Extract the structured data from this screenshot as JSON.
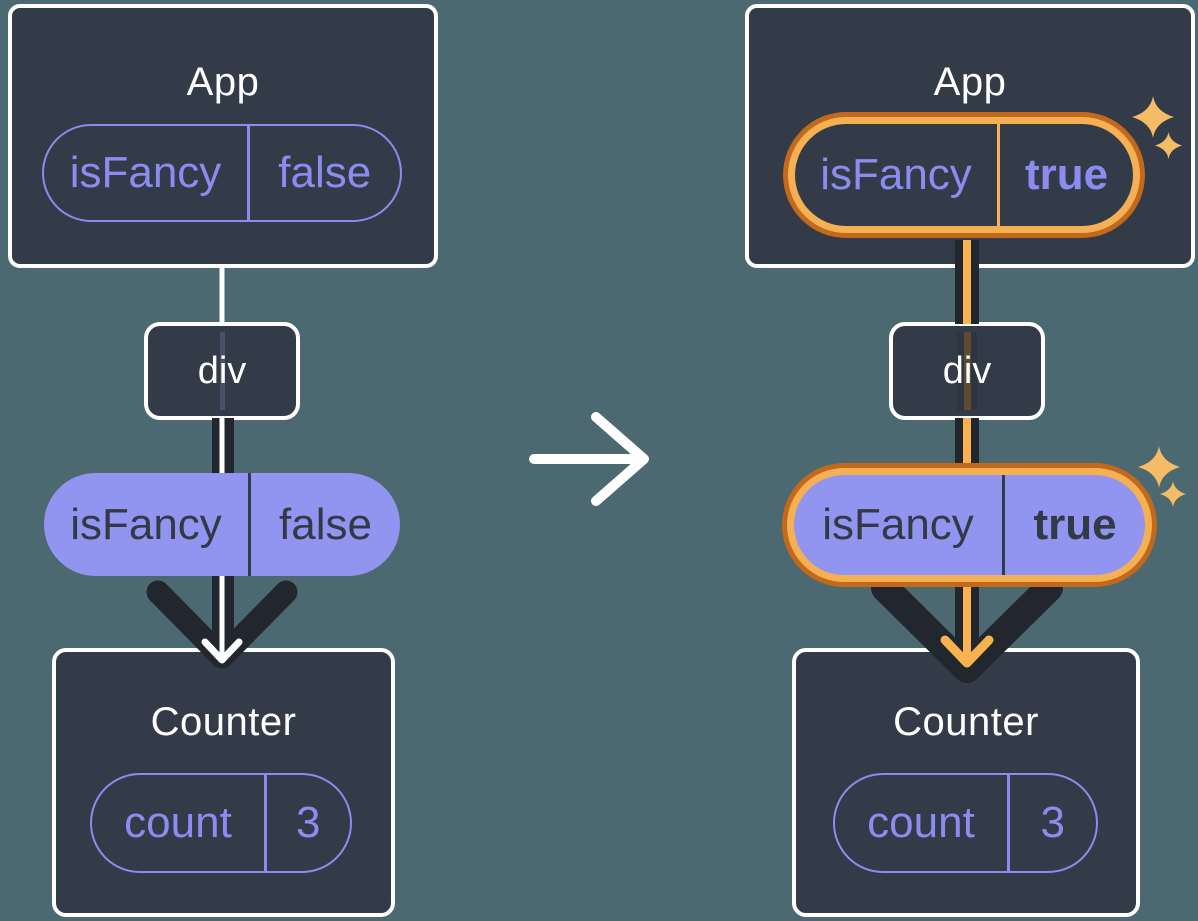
{
  "diagram": {
    "before": {
      "app": {
        "title": "App",
        "prop": {
          "name": "isFancy",
          "value": "false"
        }
      },
      "div": {
        "label": "div"
      },
      "passed_prop": {
        "name": "isFancy",
        "value": "false"
      },
      "counter": {
        "title": "Counter",
        "state": {
          "name": "count",
          "value": "3"
        }
      }
    },
    "after": {
      "app": {
        "title": "App",
        "prop": {
          "name": "isFancy",
          "value": "true"
        }
      },
      "div": {
        "label": "div"
      },
      "passed_prop": {
        "name": "isFancy",
        "value": "true"
      },
      "counter": {
        "title": "Counter",
        "state": {
          "name": "count",
          "value": "3"
        }
      }
    },
    "icons": {
      "transition": "arrow-right-icon",
      "flow": "arrow-down-icon",
      "highlight": "sparkles-icon"
    },
    "colors": {
      "background": "#4C6870",
      "box_fill": "#343B48",
      "box_border": "#FFFFFF",
      "purple": "#8B8BF0",
      "purple_fill": "#9295F0",
      "dark_text": "#333947",
      "arrow_dark": "#22262E",
      "arrow_white": "#FFFFFF",
      "orange_ring_outer": "#C2691C",
      "orange_ring_inner": "#F6B054",
      "orange_line": "#F8B24E",
      "sparkle": "#F4BC66"
    }
  }
}
